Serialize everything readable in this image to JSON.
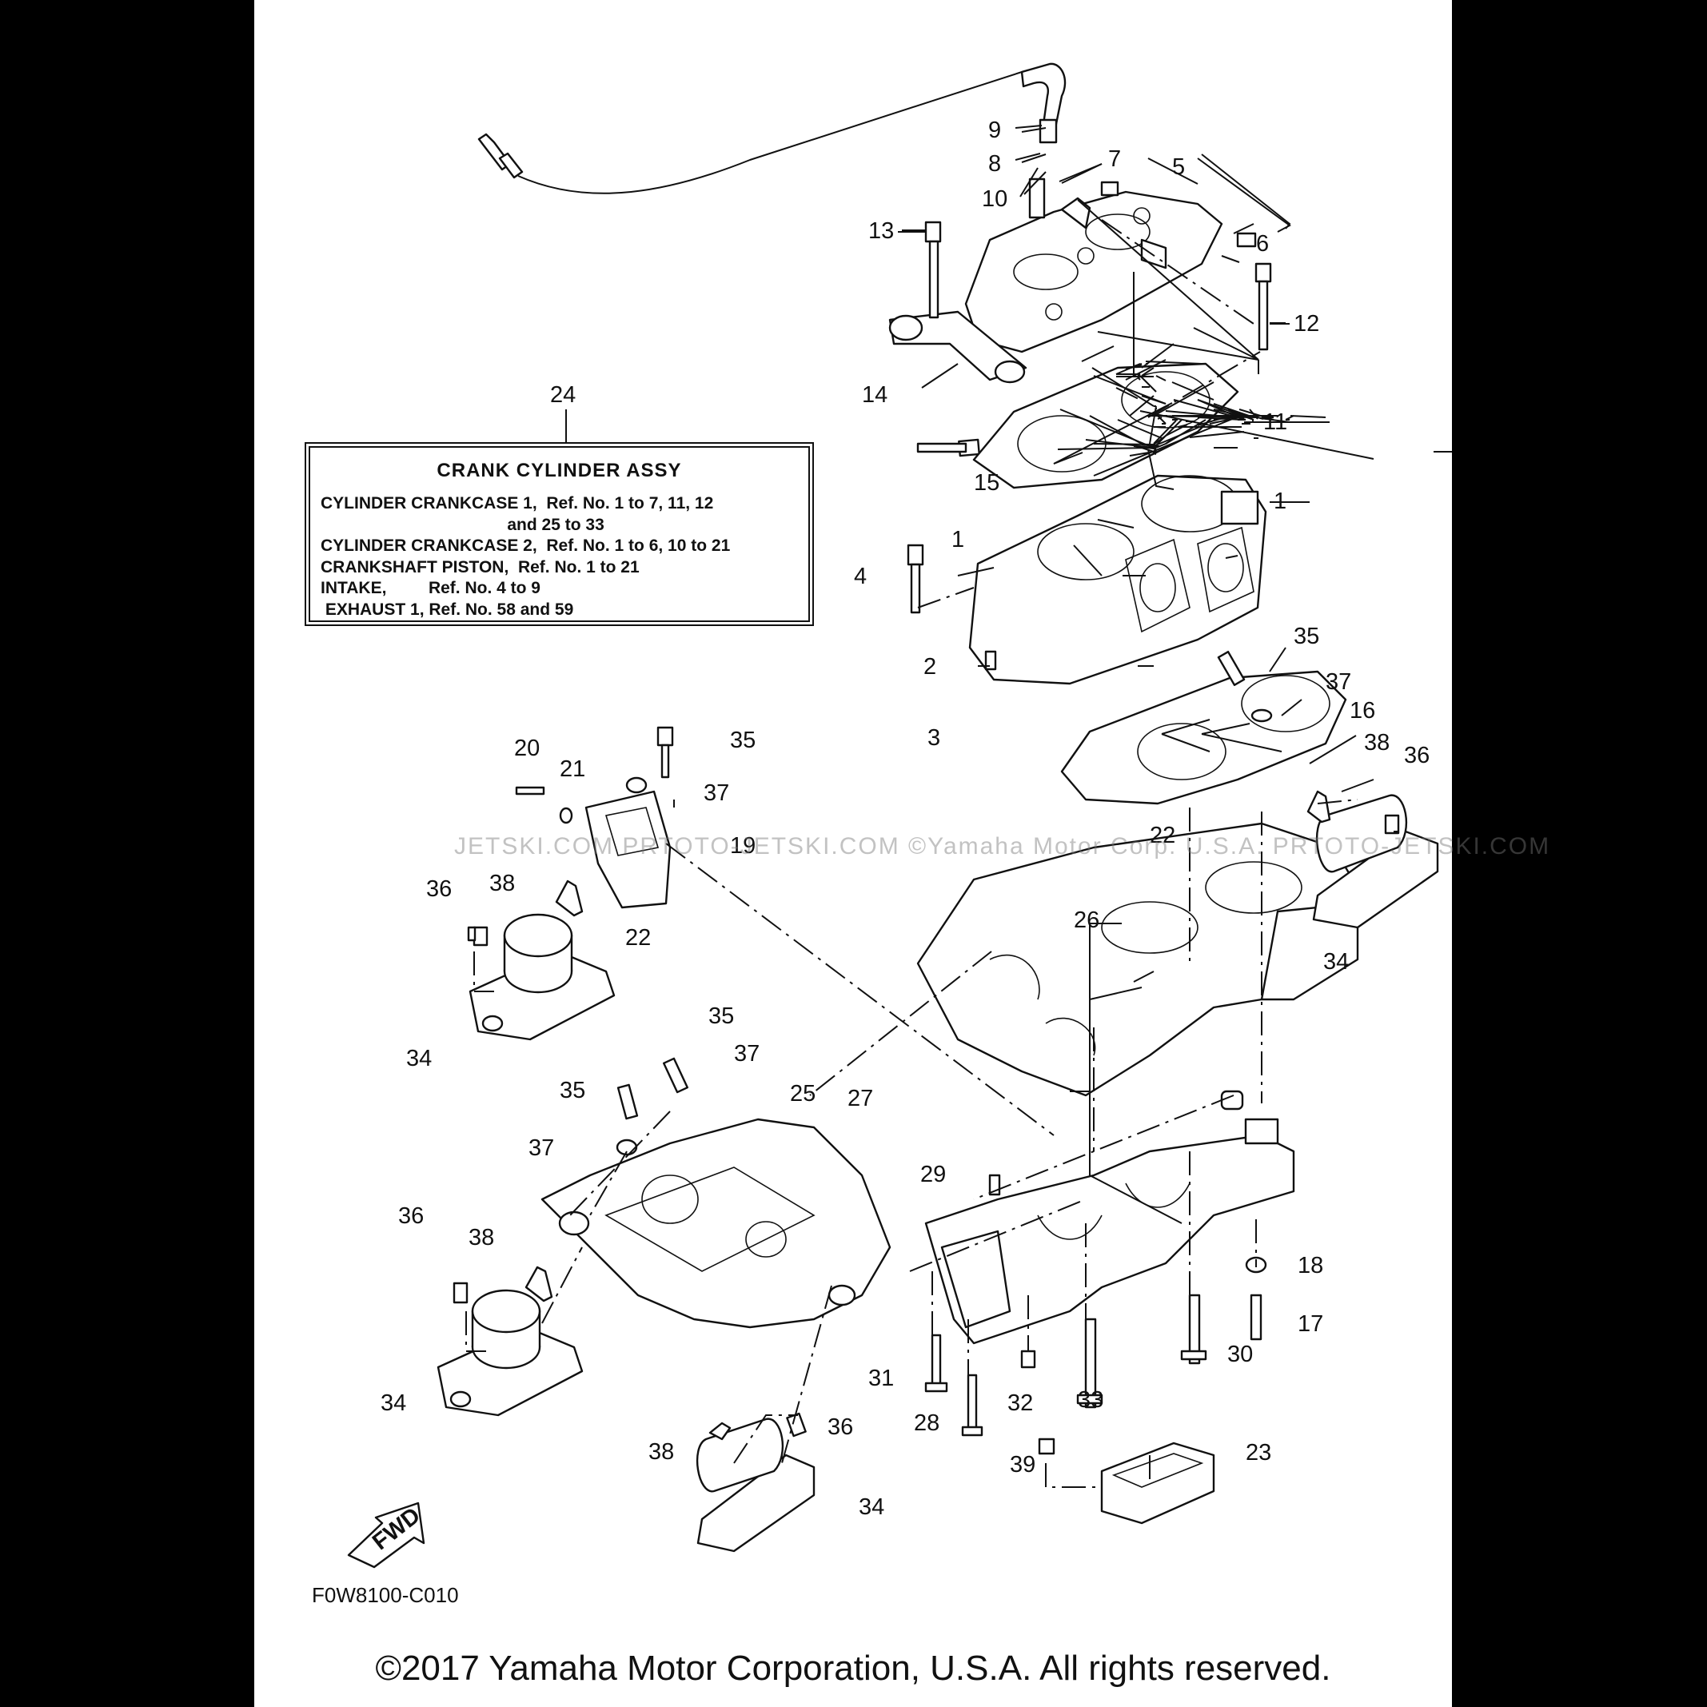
{
  "diagram_code": "F0W8100-C010",
  "copyright": "©2017 Yamaha Motor Corporation, U.S.A. All rights reserved.",
  "watermark": "JETSKI.COM   PRTOTO-JETSKI.COM   ©Yamaha Motor Corp. U.S.A.   PRTOTO-JETSKI.COM",
  "fwd_label": "FWD",
  "note_ref": "24",
  "note": {
    "title": "CRANK CYLINDER ASSY",
    "lines": [
      "CYLINDER CRANKCASE 1,  Ref. No. 1 to 7, 11, 12",
      "                                        and 25 to 33",
      "CYLINDER CRANKCASE 2,  Ref. No. 1 to 6, 10 to 21",
      "CRANKSHAFT PISTON,  Ref. No. 1 to 21",
      "INTAKE,         Ref. No. 4 to 9",
      " EXHAUST 1, Ref. No. 58 and 59"
    ]
  },
  "callouts": {
    "c9": "9",
    "c8": "8",
    "c7": "7",
    "c5": "5",
    "c10": "10",
    "c13": "13",
    "c6": "6",
    "c12": "12",
    "c14": "14",
    "c11": "11",
    "c15": "15",
    "c1a": "1",
    "c1b": "1",
    "c4": "4",
    "c2": "2",
    "c35a": "35",
    "c37a": "37",
    "c16": "16",
    "c3": "3",
    "c38a": "38",
    "c36a": "36",
    "c20": "20",
    "c21": "21",
    "c35b": "35",
    "c37b": "37",
    "c19": "19",
    "c22a": "22",
    "c36b": "36",
    "c38b": "38",
    "c22b": "22",
    "c26": "26",
    "c34a": "34",
    "c34b": "34",
    "c35c": "35",
    "c37c": "37",
    "c35d": "35",
    "c25": "25",
    "c27": "27",
    "c37d": "37",
    "c29": "29",
    "c36c": "36",
    "c38c": "38",
    "c18": "18",
    "c17": "17",
    "c30": "30",
    "c31": "31",
    "c32": "32",
    "c33": "33",
    "c28": "28",
    "c34c": "34",
    "c36d": "36",
    "c38d": "38",
    "c39": "39",
    "c23": "23",
    "c34d": "34"
  }
}
